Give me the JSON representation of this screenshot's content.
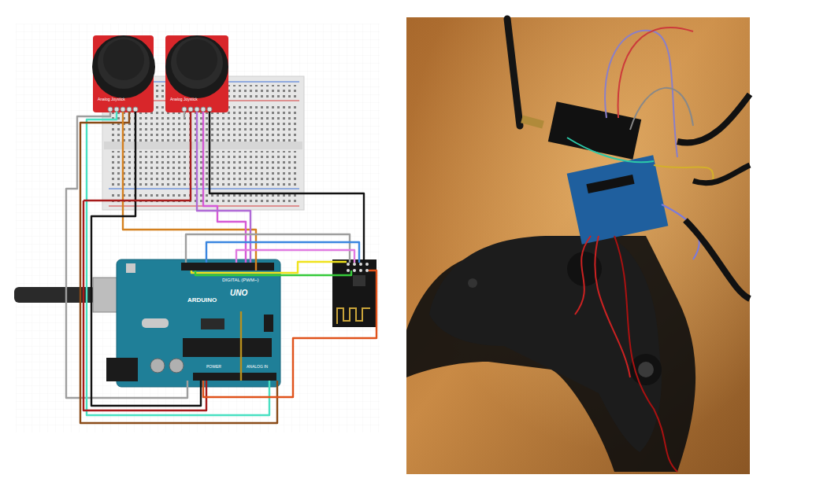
{
  "diagram": {
    "labels": [
      "Analog Joystick",
      "Analog Joystick",
      "DIGITAL (PWM~)",
      "ARDUINO",
      "UNO",
      "POWER",
      "ANALOG IN"
    ]
  }
}
